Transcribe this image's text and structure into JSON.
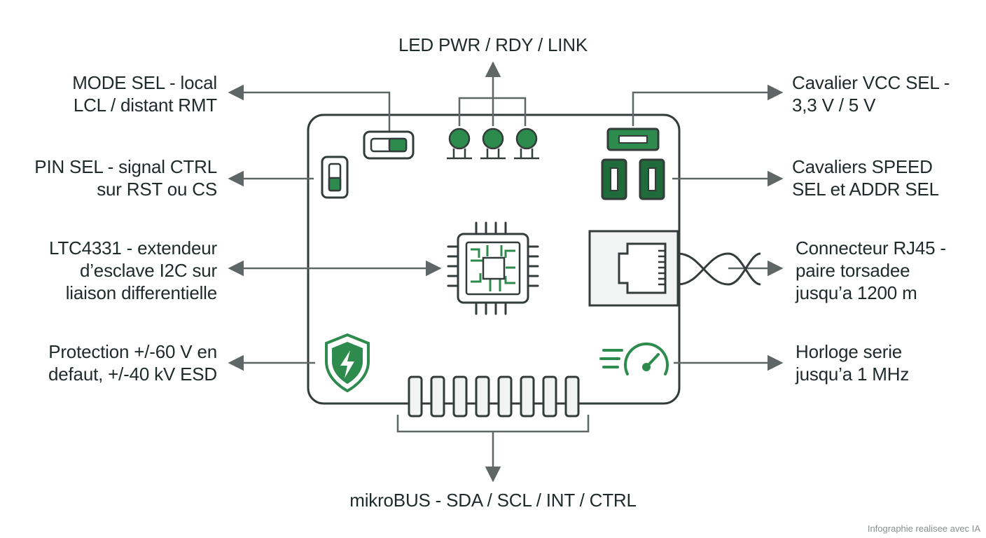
{
  "labels": {
    "top_led": [
      "LED PWR / RDY / LINK"
    ],
    "mode_sel": [
      "MODE SEL - local",
      "LCL / distant RMT"
    ],
    "vcc_sel": [
      "Cavalier VCC SEL -",
      "3,3 V / 5 V"
    ],
    "pin_sel": [
      "PIN SEL - signal CTRL",
      "sur RST ou CS"
    ],
    "speed_addr": [
      "Cavaliers SPEED",
      "SEL et ADDR SEL"
    ],
    "chip": [
      "LTC4331 - extendeur",
      "d’esclave I2C sur",
      "liaison differentielle"
    ],
    "rj45": [
      "Connecteur RJ45 -",
      "paire torsadee",
      "jusqu’a 1200 m"
    ],
    "protection": [
      "Protection +/-60 V en",
      "defaut, +/-40 kV ESD"
    ],
    "clock": [
      "Horloge serie",
      "jusqu’a 1 MHz"
    ],
    "mikrobus": [
      "mikroBUS - SDA / SCL / INT / CTRL"
    ]
  },
  "footer": {
    "credit": "Infographie realisee avec IA"
  },
  "icons": {
    "shield": "shield-bolt-icon",
    "speed": "speedometer-icon",
    "chip": "chip-icon",
    "rj45": "rj45-port-icon",
    "twisted_pair": "twisted-pair-icon"
  },
  "colors": {
    "accent": "#2e8b4e",
    "dark_green": "#1f6b3a",
    "stroke": "#333b3b",
    "arrow": "#5f6666"
  }
}
